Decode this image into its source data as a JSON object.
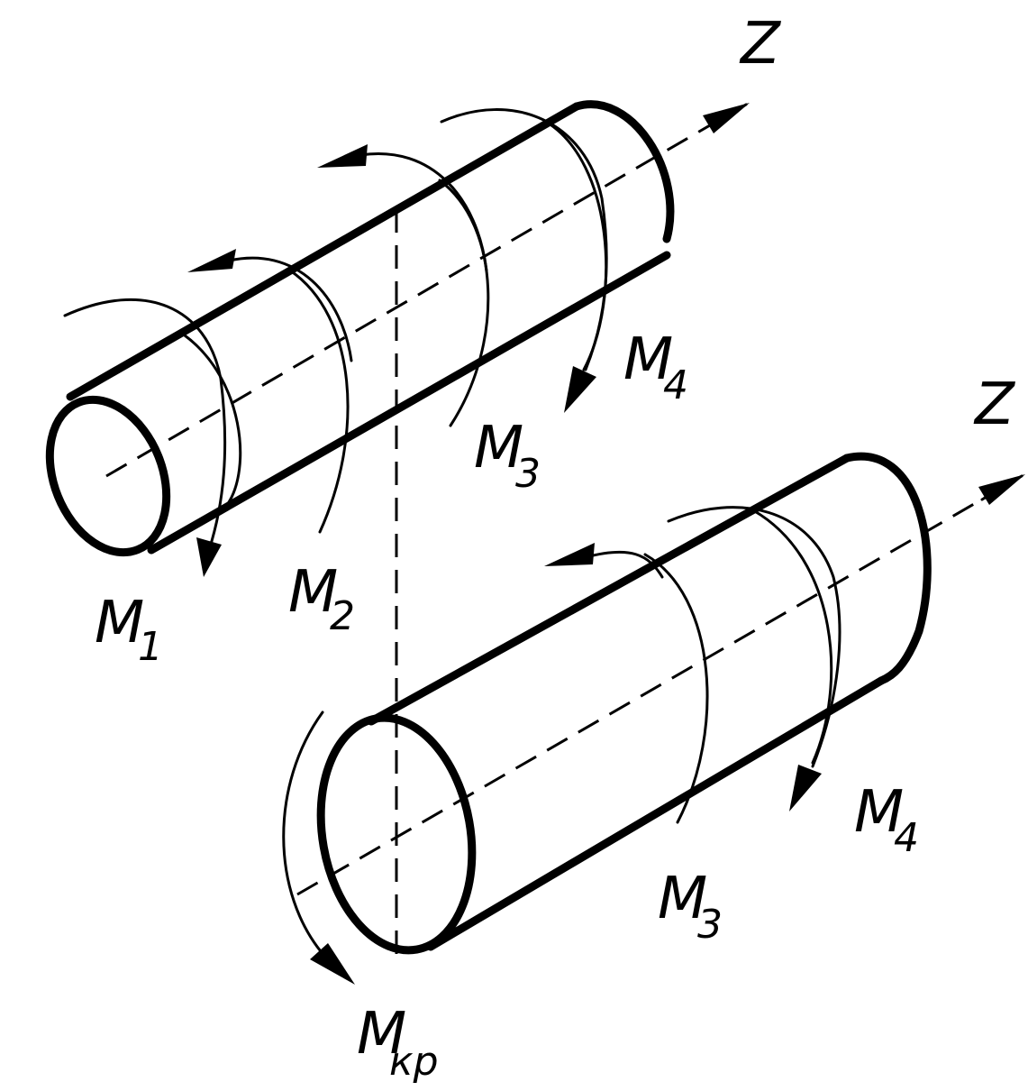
{
  "axis_label": "Z",
  "moment_letter": "M",
  "labels": {
    "upper_m1_sub": "1",
    "upper_m2_sub": "2",
    "upper_m3_sub": "3",
    "upper_m4_sub": "4",
    "lower_m3_sub": "3",
    "lower_m4_sub": "4",
    "lower_mkr_sub": "кр"
  }
}
